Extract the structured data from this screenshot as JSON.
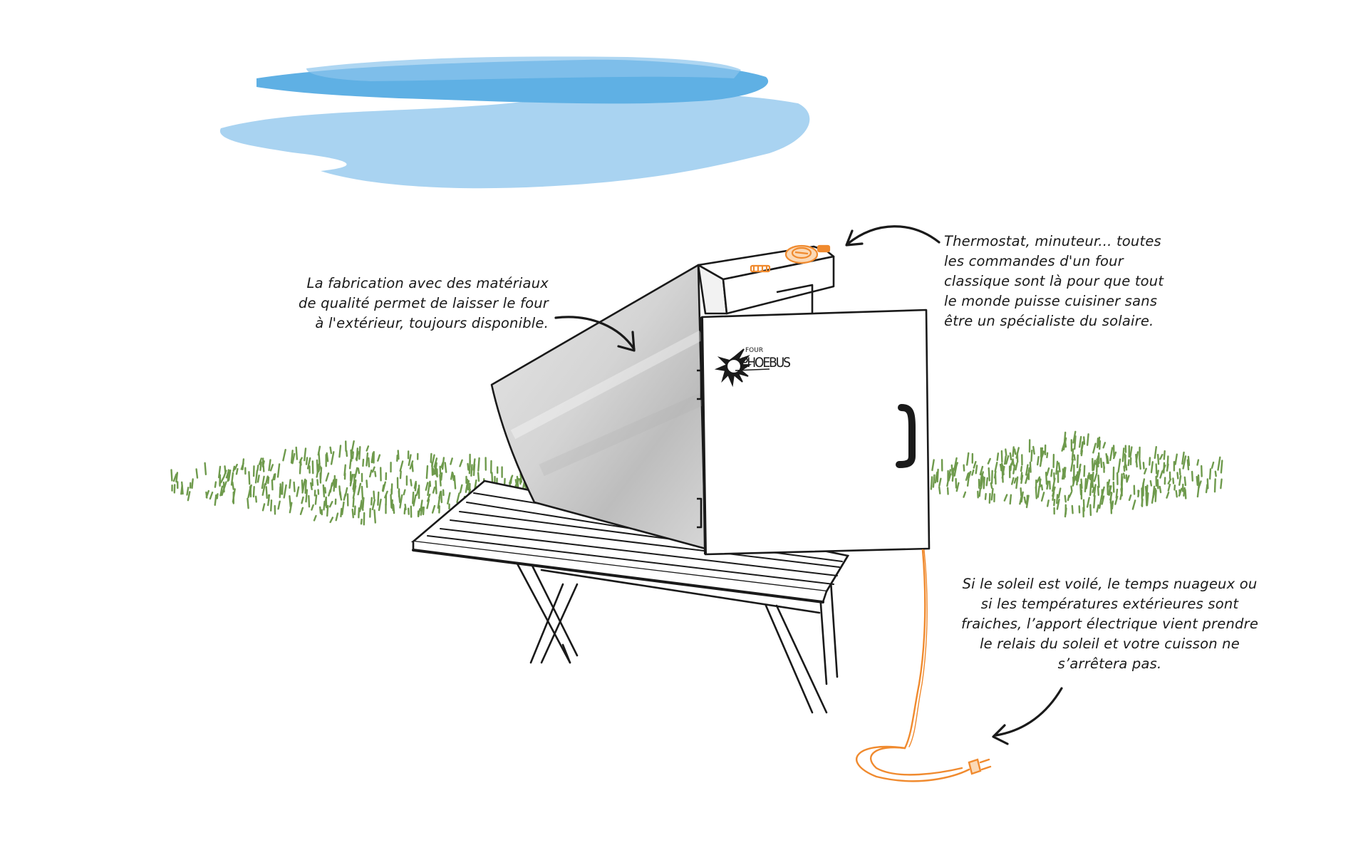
{
  "captions": {
    "materials": "La fabrication avec des matériaux\nde qualité permet de laisser le four\nà l'extérieur, toujours disponible.",
    "controls": "Thermostat, minuteur... toutes\nles commandes d'un four\nclassique sont là pour que tout\nle  monde puisse cuisiner sans\nêtre un spécialiste du solaire.",
    "electric": "Si le soleil est voilé, le temps nuageux ou\nsi les températures extérieures sont\nfraiches, l’apport électrique vient prendre\nle relais du soleil et votre cuisson ne\ns’arrêtera pas."
  },
  "logo": {
    "small": "FOUR",
    "brand": "PHOEBUS"
  },
  "colors": {
    "sky_dark": "#5FB0E4",
    "sky_light": "#A9D3F1",
    "grass": "#6E9A4C",
    "cord": "#F08A2E",
    "ink": "#1a1a1a",
    "reflector": "#D3D3D3",
    "oven_body": "#FFFFFF"
  },
  "icons": [
    "arrow-icon",
    "sun-logo-icon",
    "plug-icon",
    "thermostat-knob-icon"
  ]
}
